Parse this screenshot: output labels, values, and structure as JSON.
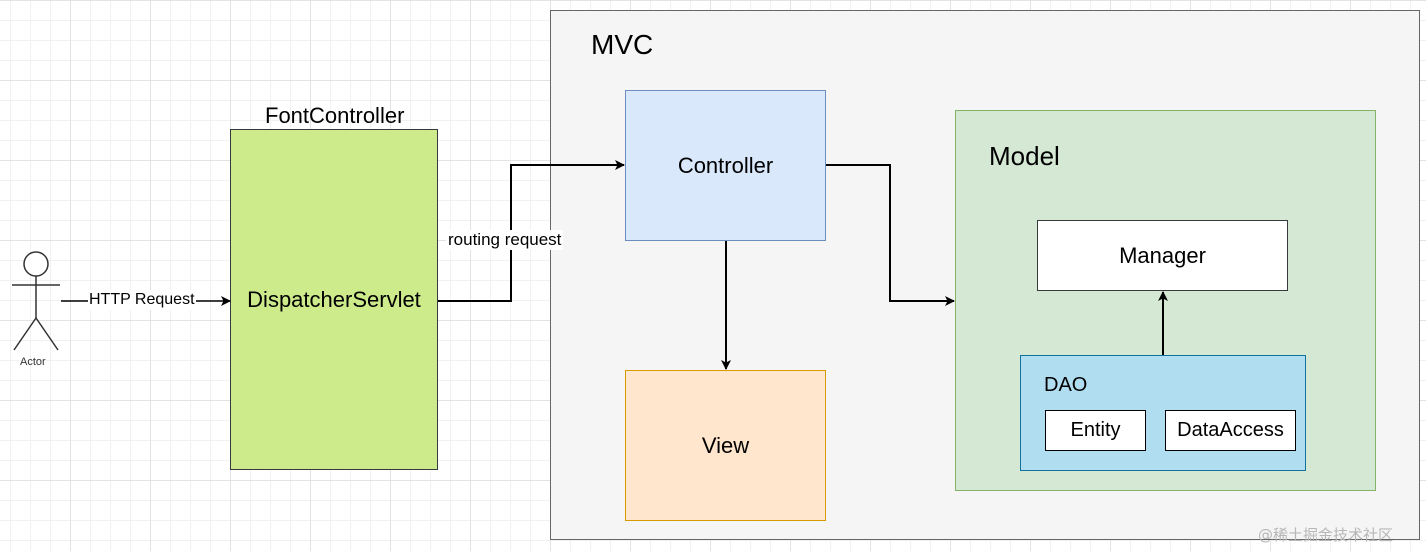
{
  "mvc": {
    "title": "MVC"
  },
  "actor": {
    "label": "Actor"
  },
  "font_controller": {
    "title": "FontController",
    "dispatcher_label": "DispatcherServlet"
  },
  "controller": {
    "label": "Controller"
  },
  "view": {
    "label": "View"
  },
  "model": {
    "title": "Model",
    "manager_label": "Manager",
    "dao": {
      "title": "DAO",
      "entity_label": "Entity",
      "data_access_label": "DataAccess"
    }
  },
  "edges": {
    "http_request": "HTTP Request",
    "routing_request": "routing request"
  },
  "watermark": "@稀土掘金技术社区",
  "colors": {
    "mvc_fill": "#f5f5f5",
    "dispatcher_fill": "#cdeb8b",
    "controller_fill": "#dae8fc",
    "view_fill": "#ffe6cc",
    "model_fill": "#d5e8d4",
    "dao_fill": "#b1ddf0"
  }
}
